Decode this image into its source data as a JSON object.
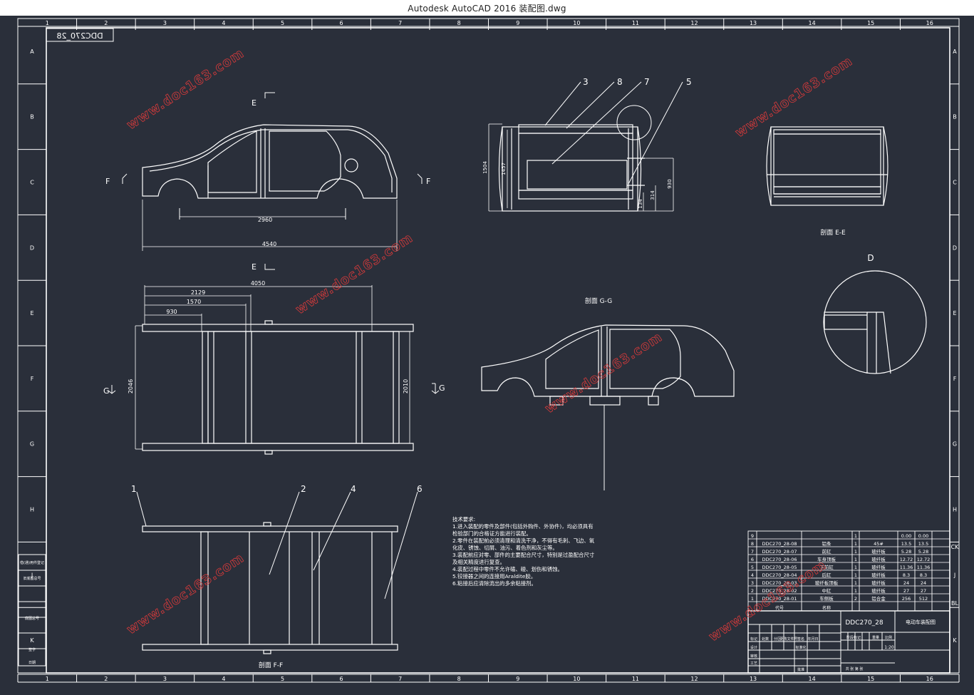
{
  "window": {
    "title": "Autodesk AutoCAD 2016     装配图.dwg"
  },
  "colors": {
    "background": "#2a2f3a",
    "line": "#ffffff",
    "watermark": "#d93a3a"
  },
  "frame": {
    "drawing_number_mirrored": "DDC270_28",
    "columns": [
      "1",
      "2",
      "3",
      "4",
      "5",
      "6",
      "7",
      "8",
      "9",
      "10",
      "11",
      "12",
      "13",
      "14",
      "15",
      "16"
    ],
    "rows": [
      "A",
      "B",
      "C",
      "D",
      "E",
      "F",
      "G",
      "H",
      "J",
      "K"
    ],
    "right_marks": [
      "CK",
      "BL"
    ]
  },
  "views": {
    "side": {
      "section_label_top": "E",
      "section_label_bottom": "E",
      "section_label_left": "F",
      "section_label_right": "F",
      "dim_wheelbase": "2960",
      "dim_length": "4540"
    },
    "top": {
      "section_label_left": "G",
      "section_label_right": "G",
      "dim_4050": "4050",
      "dim_2129": "2129",
      "dim_1570": "1570",
      "dim_930": "930",
      "dim_width_left": "2046",
      "dim_width_right": "2010"
    },
    "front": {
      "balloons": [
        "3",
        "8",
        "7",
        "5"
      ],
      "dim_1504": "1504",
      "dim_1457": "1457",
      "dim_930": "930",
      "dim_314": "314",
      "dim_134": "134"
    },
    "section_ee": {
      "caption": "剖面  E-E"
    },
    "section_gg": {
      "caption": "剖面  G-G"
    },
    "detail_d": {
      "label": "D"
    },
    "section_ff": {
      "caption": "剖面  F-F",
      "balloons": [
        "1",
        "2",
        "4",
        "6"
      ]
    }
  },
  "notes": {
    "title": "技术要求:",
    "lines": [
      "1.进入装配的零件及部件(包括外购件、外协件)，均必须具有",
      "检验部门的合格证方能进行装配。",
      "2.零件在装配前必须清理和清洗干净，不得有毛刺、飞边、氧",
      "化皮、锈蚀、切屑、油污、着色剂和灰尘等。",
      "3.装配前应对零、部件的主要配合尺寸，特别是过盈配合尺寸",
      "及相关精度进行复查。",
      "4.装配过程中零件不允许磕、碰、划伤和锈蚀。",
      "5.铰接器之间的连接用Araldite胶。",
      "6.粘接后应清除流出的多余粘接剂。"
    ]
  },
  "bom": {
    "rows": [
      {
        "no": "9",
        "code": "",
        "name": "",
        "qty": "1",
        "mat": "",
        "w1": "0.00",
        "w2": "0.00"
      },
      {
        "no": "8",
        "code": "DDC270_28-08",
        "name": "铝条",
        "qty": "1",
        "mat": "45#",
        "w1": "13.5",
        "w2": "13.5"
      },
      {
        "no": "7",
        "code": "DDC270_28-07",
        "name": "前缸",
        "qty": "1",
        "mat": "玻纤板",
        "w1": "5.28",
        "w2": "5.28"
      },
      {
        "no": "6",
        "code": "DDC270_28-06",
        "name": "车身顶板",
        "qty": "1",
        "mat": "玻纤板",
        "w1": "12.72",
        "w2": "12.72"
      },
      {
        "no": "5",
        "code": "DDC270_28-05",
        "name": "下前缸",
        "qty": "1",
        "mat": "玻纤板",
        "w1": "11.36",
        "w2": "11.36"
      },
      {
        "no": "4",
        "code": "DDC270_28-04",
        "name": "后缸",
        "qty": "1",
        "mat": "玻纤板",
        "w1": "8.3",
        "w2": "8.3"
      },
      {
        "no": "3",
        "code": "DDC270_28-03",
        "name": "玻纤板顶板",
        "qty": "1",
        "mat": "玻纤板",
        "w1": "24",
        "w2": "24"
      },
      {
        "no": "2",
        "code": "DDC270_28-02",
        "name": "中缸",
        "qty": "1",
        "mat": "玻纤板",
        "w1": "27",
        "w2": "27"
      },
      {
        "no": "1",
        "code": "DDC270_28-01",
        "name": "车侧板",
        "qty": "2",
        "mat": "铝合金",
        "w1": "256",
        "w2": "512"
      }
    ],
    "header": {
      "code": "代号",
      "name": "名称"
    }
  },
  "title_block": {
    "drawing_no": "DDC270_28",
    "drawing_name": "电动车装配图",
    "scale": "1:20",
    "labels": [
      "标记",
      "处数",
      "分区",
      "更改文件号",
      "签名",
      "年月日",
      "设计",
      "标准化",
      "阶段标记",
      "重量",
      "比例",
      "审核",
      "工艺",
      "批准",
      "共 张 第 张"
    ]
  },
  "left_strip": [
    "借(通)用件登记",
    "旧底图总号",
    "底图总号",
    "签字",
    "日期"
  ],
  "watermark": "www.doc163.com"
}
